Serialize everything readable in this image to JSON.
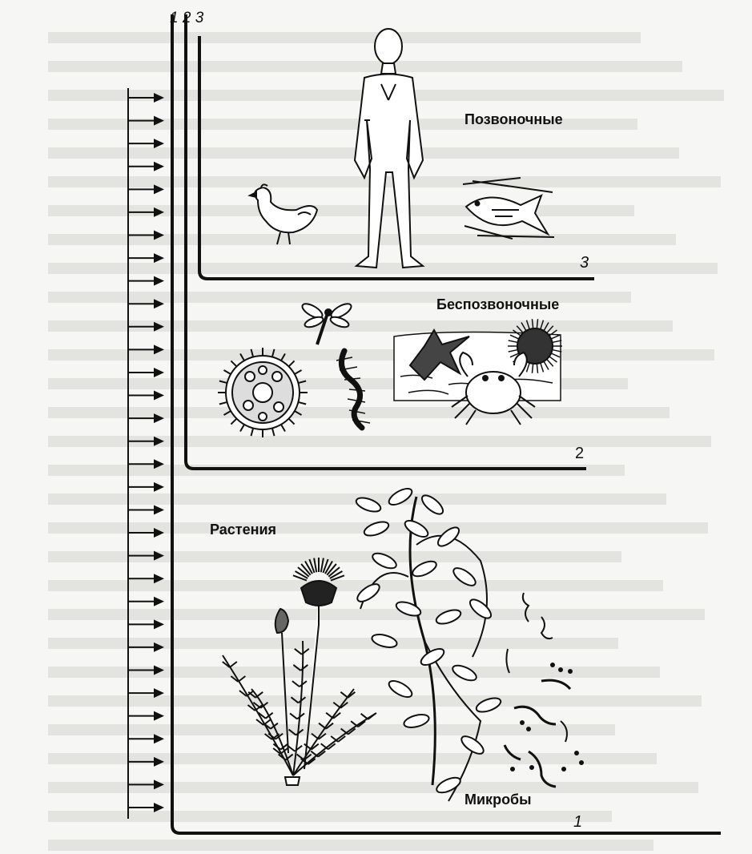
{
  "diagram": {
    "top_numbers": "1 2 3",
    "labels": {
      "vertebrates": "Позвоночные",
      "invertebrates": "Беспозвоночные",
      "plants": "Растения",
      "microbes": "Микробы"
    },
    "line_numbers": {
      "line1": "1",
      "line2": "2",
      "line3": "3"
    },
    "organisms": {
      "vertebrates": [
        "human-figure",
        "chicken",
        "fish"
      ],
      "invertebrates": [
        "dragonfly",
        "radiolarian",
        "centipede",
        "starfish",
        "sea-urchin",
        "crab"
      ],
      "plants": [
        "thistle",
        "plantain",
        "wormwood",
        "shrub-branch"
      ],
      "microbes": [
        "bacteria",
        "spirilla"
      ]
    },
    "arrow_count": 32
  }
}
